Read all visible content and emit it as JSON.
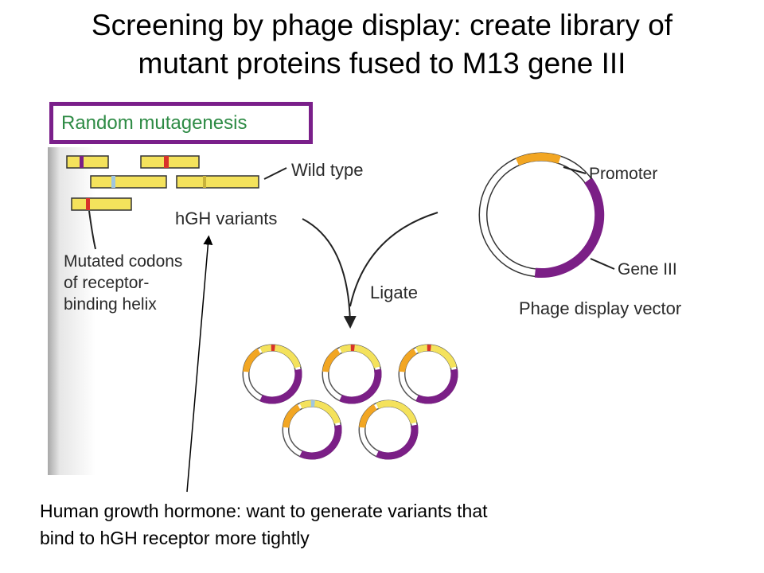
{
  "title_line1": "Screening by phage display: create library of",
  "title_line2": "mutant proteins fused to M13 gene III",
  "box_label": "Random mutagenesis",
  "figure": {
    "wild_type": "Wild type",
    "hgh_variants": "hGH variants",
    "mutated_line1": "Mutated codons",
    "mutated_line2": "of receptor-",
    "mutated_line3": "binding helix",
    "ligate": "Ligate",
    "promoter": "Promoter",
    "gene_iii": "Gene III",
    "vector": "Phage display vector"
  },
  "caption_line1": "Human growth hormone: want to generate variants that",
  "caption_line2": "bind to hGH receptor more tightly",
  "colors": {
    "box_border": "#7a1f8a",
    "box_text": "#2e8b45",
    "gene_yellow": "#f4e25c",
    "promoter_orange": "#f2a623",
    "gene_iii_purple": "#7b1f86",
    "mutation_red": "#d8322a"
  }
}
